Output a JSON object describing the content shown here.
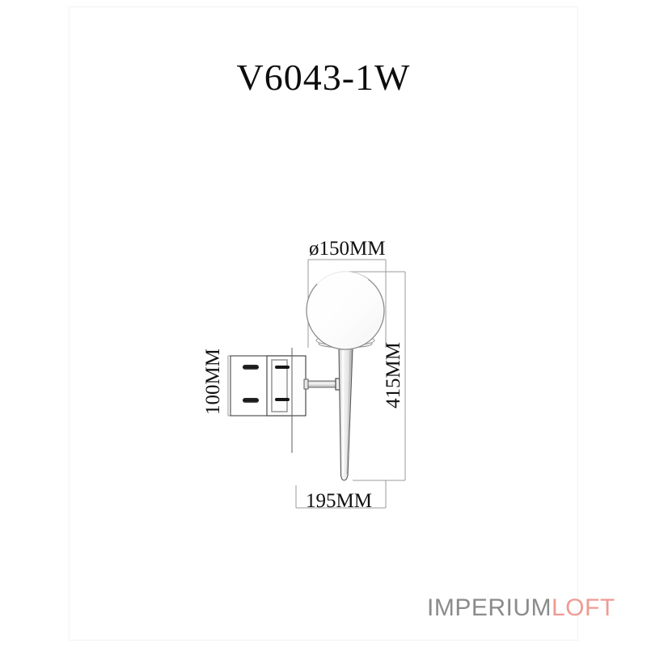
{
  "page": {
    "title": "V6043-1W",
    "background_color": "#ffffff",
    "frame_color": "#f2f2f2"
  },
  "dimensions": {
    "diameter": "ø150MM",
    "height": "415MM",
    "depth": "100MM",
    "width": "195MM"
  },
  "drawing": {
    "name": "wall-sconce-technical-drawing",
    "line_color": "#4a4a4a",
    "dimension_line_color": "#9a9a9a",
    "globe_diameter_mm": 150,
    "overall_height_mm": 415,
    "backplate_depth_mm": 100,
    "overall_width_mm": 195
  },
  "logo": {
    "primary": "IMPERIUM",
    "accent": "LOFT",
    "primary_color": "#8b8b8b",
    "accent_color": "#ef9b94"
  }
}
